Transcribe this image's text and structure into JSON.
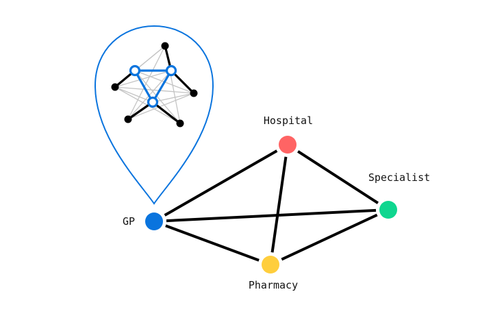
{
  "diagram": {
    "title": "",
    "nodes": [
      {
        "id": "hospital",
        "label": "Hospital",
        "color": "#ff6464"
      },
      {
        "id": "specialist",
        "label": "Specialist",
        "color": "#0fd68f"
      },
      {
        "id": "gp",
        "label": "GP",
        "color": "#0a74de"
      },
      {
        "id": "pharmacy",
        "label": "Pharmacy",
        "color": "#ffce3d"
      }
    ],
    "edges": [
      [
        "gp",
        "hospital"
      ],
      [
        "gp",
        "specialist"
      ],
      [
        "gp",
        "pharmacy"
      ],
      [
        "hospital",
        "specialist"
      ],
      [
        "hospital",
        "pharmacy"
      ],
      [
        "pharmacy",
        "specialist"
      ]
    ],
    "pin": {
      "attached_to": "gp",
      "color": "#0a74de",
      "icon": "network-graph-icon"
    },
    "colors": {
      "edge": "#000000",
      "minor_edge": "#c4c4c4",
      "highlight": "#0a74de"
    }
  }
}
